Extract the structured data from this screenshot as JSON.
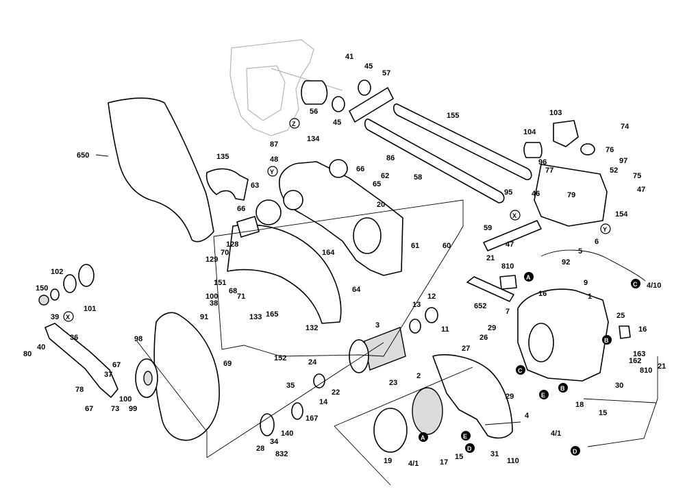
{
  "labels": {
    "p41": "41",
    "p45a": "45",
    "p57": "57",
    "p56": "56",
    "p45b": "45",
    "p155": "155",
    "p103": "103",
    "p74": "74",
    "p104": "104",
    "p76": "76",
    "p97": "97",
    "p77": "77",
    "p96": "96",
    "p52": "52",
    "p75": "75",
    "p47a": "47",
    "p95": "95",
    "p46": "46",
    "p79": "79",
    "p154": "154",
    "p650": "650",
    "p87": "87",
    "p134": "134",
    "p86": "86",
    "p48": "48",
    "p135": "135",
    "p66a": "66",
    "p62": "62",
    "p63": "63",
    "p65": "65",
    "p58": "58",
    "p20": "20",
    "p66b": "66",
    "p128": "128",
    "p70": "70",
    "p129": "129",
    "p164": "164",
    "p61": "61",
    "p60": "60",
    "p59": "59",
    "p47b": "47",
    "p6": "6",
    "p5": "5",
    "p92": "92",
    "p21": "21",
    "p810a": "810",
    "p9": "9",
    "p4_10": "4/10",
    "p102": "102",
    "p150": "150",
    "p101": "101",
    "p151": "151",
    "p100a": "100",
    "p68": "68",
    "p71": "71",
    "p38": "38",
    "p133": "133",
    "p165": "165",
    "p64": "64",
    "p652": "652",
    "p16a": "16",
    "p1": "1",
    "p39": "39",
    "p91": "91",
    "p132": "132",
    "p13": "13",
    "p12": "12",
    "p7": "7",
    "p25": "25",
    "p98": "98",
    "p36": "36",
    "p3": "3",
    "p11": "11",
    "p29a": "29",
    "p16b": "16",
    "p80": "80",
    "p40": "40",
    "p69": "69",
    "p152": "152",
    "p26": "26",
    "p163": "163",
    "p162": "162",
    "p810b": "810",
    "p21b": "21",
    "p67a": "67",
    "p24": "24",
    "p27": "27",
    "p37": "37",
    "p22": "22",
    "p30": "30",
    "p78": "78",
    "p100b": "100",
    "p2": "2",
    "p29b": "29",
    "p67b": "67",
    "p73": "73",
    "p99": "99",
    "p35": "35",
    "p14": "14",
    "p23": "23",
    "p4": "4",
    "p18": "18",
    "p15a": "15",
    "p167": "167",
    "p4_1a": "4/1",
    "p34": "34",
    "p140": "140",
    "p28": "28",
    "p832": "832",
    "p19": "19",
    "p4_1b": "4/1",
    "p17": "17",
    "p15b": "15",
    "p31": "31",
    "p110": "110"
  },
  "markers": {
    "z": "Z",
    "y1": "Y",
    "y2": "Y",
    "x1": "X",
    "x2": "X",
    "a1": "A",
    "a2": "A",
    "b1": "B",
    "b2": "B",
    "c1": "C",
    "c2": "C",
    "d1": "D",
    "d2": "D",
    "e1": "E",
    "e2": "E"
  }
}
